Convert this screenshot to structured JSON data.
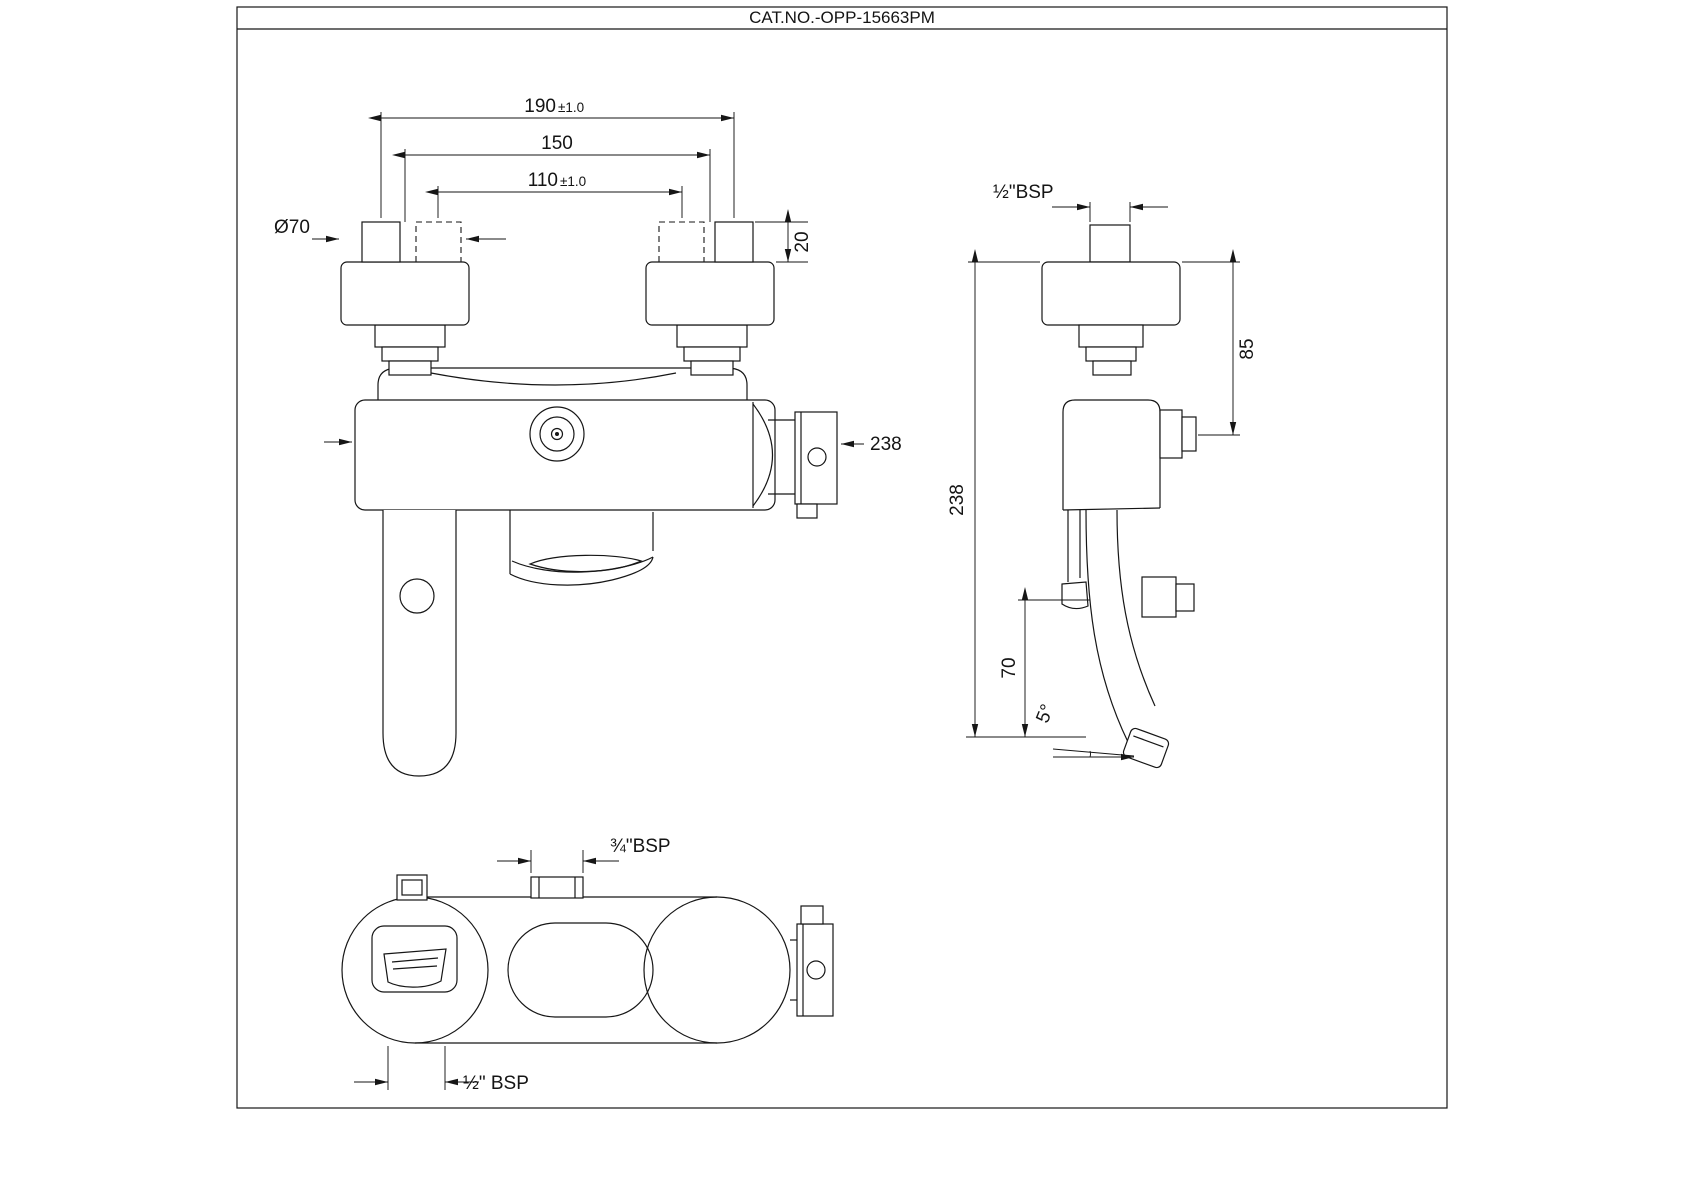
{
  "title_block": {
    "catalog_number": "CAT.NO.-OPP-15663PM"
  },
  "front_view": {
    "dim_outer_inlet_span": "190",
    "dim_outer_inlet_span_tol": "±1.0",
    "dim_flange_centers": "150",
    "dim_inner_inlet_span": "110",
    "dim_inner_inlet_span_tol": "±1.0",
    "dim_flange_diameter": "Ø70",
    "dim_inlet_projection": "20",
    "dim_overall_length": "238"
  },
  "side_view": {
    "dim_inlet_thread": "½\"BSP",
    "dim_flange_to_outlet": "85",
    "dim_overall_height": "238",
    "dim_spout_drop": "70",
    "dim_spout_angle": "5°"
  },
  "bottom_view": {
    "dim_top_outlet_thread": "¾\"BSP",
    "dim_bottom_outlet_thread": "½\" BSP"
  }
}
